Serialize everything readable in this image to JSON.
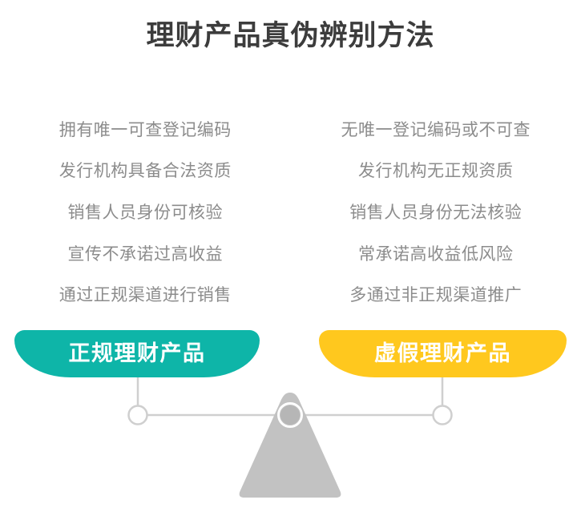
{
  "page": {
    "title": "理财产品真伪辨别方法",
    "background_color": "#ffffff"
  },
  "comparison": {
    "left": {
      "badge_label": "正规理财产品",
      "badge_color": "#0eb5a8",
      "items": [
        "拥有唯一可查登记编码",
        "发行机构具备合法资质",
        "销售人员身份可核验",
        "宣传不承诺过高收益",
        "通过正规渠道进行销售"
      ]
    },
    "right": {
      "badge_label": "虚假理财产品",
      "badge_color": "#ffc81e",
      "items": [
        "无唯一登记编码或不可查",
        "发行机构无正规资质",
        "销售人员身份无法核验",
        "常承诺高收益低风险",
        "多通过非正规渠道推广"
      ]
    }
  },
  "theme": {
    "title_color": "#3c3c3c",
    "item_text_color": "#8c8c8c",
    "scale_color": "#c2c2c2",
    "scale_line_color": "#cfcfcf"
  },
  "icons": {
    "balance_scale": "balance-scale-icon",
    "fulcrum": "triangle-fulcrum-icon",
    "pivot": "pivot-circle-icon",
    "hanger_left": "pan-hanger-left-icon",
    "hanger_right": "pan-hanger-right-icon"
  }
}
